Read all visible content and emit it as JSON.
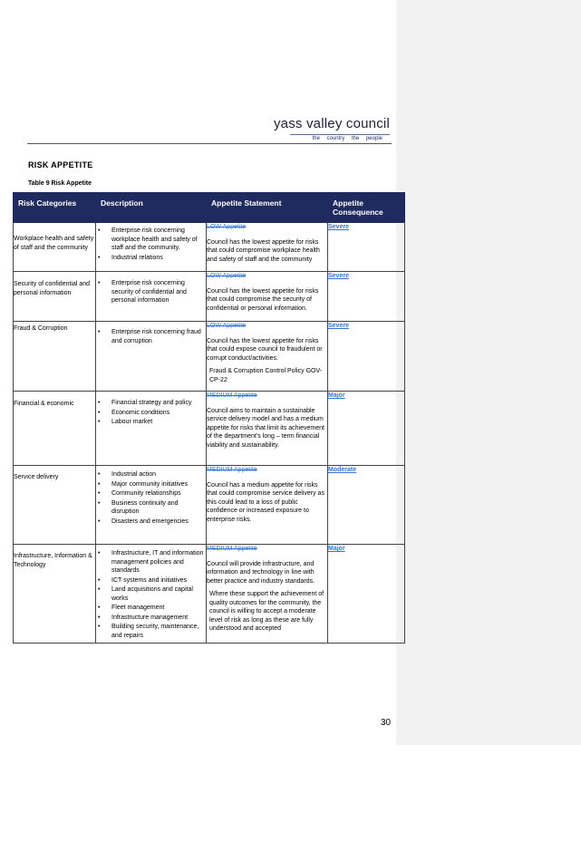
{
  "header": {
    "logo_title": "yass valley council",
    "logo_tagline": "the country the people"
  },
  "section": {
    "heading": "Risk Appetite",
    "caption": "Table 9 Risk Appetite"
  },
  "table": {
    "headers": [
      "Risk Categories",
      "Description",
      "Appetite Statement",
      "Appetite Consequence"
    ],
    "rows": [
      {
        "category": "Workplace health and safety of staff and the community",
        "description": [
          "Enterprise risk concerning workplace health and safety of staff and the community.",
          "Industrial relations"
        ],
        "appetite_level": "LOW Appetite",
        "statement": "Council has the lowest appetite for risks that could compromise workplace health and safety of staff and the community",
        "extra": "",
        "consequence": "Severe"
      },
      {
        "category": "Security of confidential and personal information",
        "description": [
          "Enterprise risk concerning security of confidential and personal information"
        ],
        "appetite_level": "LOW Appetite",
        "statement": "Council has the lowest appetite for risks that could compromise the security of confidential or personal information.",
        "extra": "",
        "consequence": "Severe"
      },
      {
        "category": "Fraud & Corruption",
        "description": [
          "Enterprise risk concerning fraud and corruption"
        ],
        "appetite_level": "LOW Appetite",
        "statement": "Council has the lowest appetite for risks that could expose council to fraudulent or corrupt conduct/activities.",
        "extra": "Fraud & Corruption Control Policy GOV-CP-22",
        "consequence": "Severe"
      },
      {
        "category": "Financial & economic",
        "description": [
          "Financial strategy and policy",
          "Economic conditions",
          "Labour market"
        ],
        "appetite_level": "MEDIUM Appetite",
        "statement": "Council aims to maintain a sustainable service delivery model and has a medium appetite for risks that limit its achievement of the department's long – term financial viability and sustainability.",
        "extra": "",
        "consequence": "Major"
      },
      {
        "category": "Service delivery",
        "description": [
          "Industrial action",
          "Major community initiatives",
          "Community relationships",
          "Business continuity and disruption",
          "Disasters and emergencies"
        ],
        "appetite_level": "MEDIUM Appetite",
        "statement": "Council has a medium appetite for risks that could compromise service delivery as this could lead to a loss of public confidence or increased exposure to enterprise risks.",
        "extra": "",
        "consequence": "Moderate"
      },
      {
        "category": "Infrastructure, Information & Technology",
        "description": [
          "Infrastructure, IT and information management policies and standards",
          "ICT systems and initiatives",
          "Land acquisitions and capital works",
          "Fleet management",
          "Infrastructure management",
          "Building security, maintenance, and repairs"
        ],
        "appetite_level": "MEDIUM Appetite",
        "statement": "Council will provide infrastructure, and information and technology in line with better practice and industry standards.",
        "extra": "Where these support the achievement of quality outcomes for the community, the council is willing to accept a moderate level of risk as long as these are fully understood and accepted",
        "consequence": "Major"
      }
    ]
  },
  "footer": {
    "page_number": "30"
  }
}
